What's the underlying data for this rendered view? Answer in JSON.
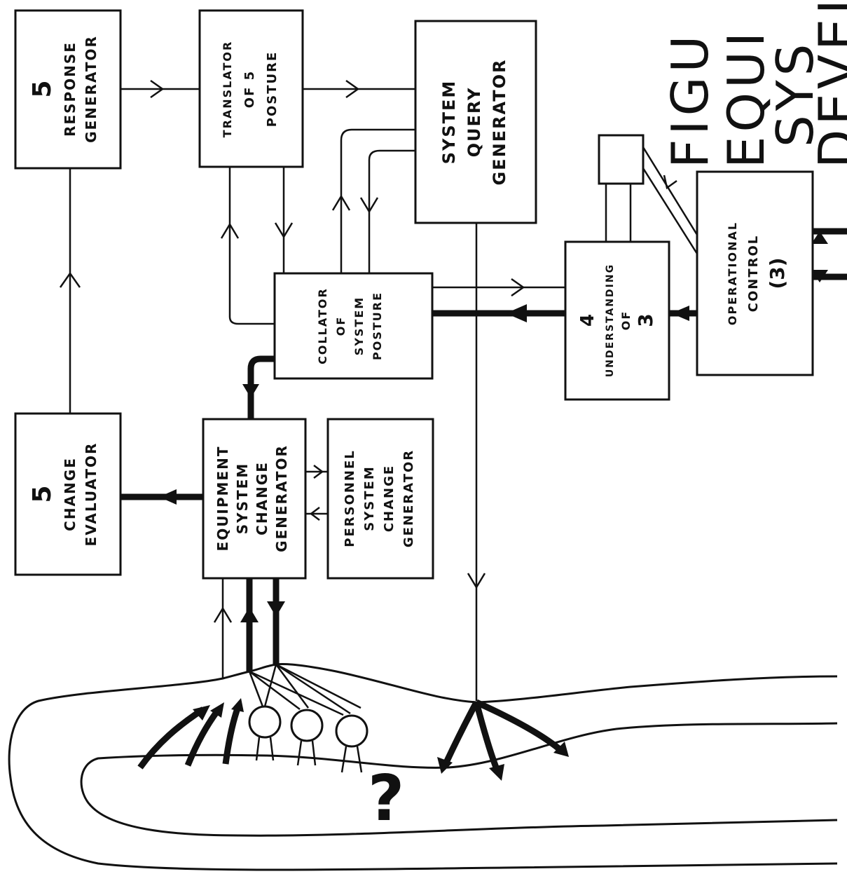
{
  "title_lines": [
    "FIGU",
    "EQUI",
    "SYS",
    "DEVEL"
  ],
  "blocks": {
    "response_generator": {
      "num": "5",
      "l1": "RESPONSE",
      "l2": "GENERATOR"
    },
    "translator": {
      "l1": "TRANSLATOR",
      "l2": "OF 5",
      "l3": "POSTURE"
    },
    "query_generator": {
      "l1": "SYSTEM",
      "l2": "QUERY",
      "l3": "GENERATOR"
    },
    "collator": {
      "l1": "COLLATOR",
      "l2": "OF",
      "l3": "SYSTEM",
      "l4": "POSTURE"
    },
    "understanding": {
      "num": "4",
      "l1": "UNDERSTANDING",
      "l2": "OF",
      "l3": "3"
    },
    "operational_control": {
      "l1": "OPERATIONAL",
      "l2": "CONTROL",
      "l3": "(3)"
    },
    "change_evaluator": {
      "num": "5",
      "l1": "CHANGE",
      "l2": "EVALUATOR"
    },
    "equipment_change_generator": {
      "l1": "EQUIPMENT",
      "l2": "SYSTEM",
      "l3": "CHANGE",
      "l4": "GENERATOR"
    },
    "personnel_change_generator": {
      "l1": "PERSONNEL",
      "l2": "SYSTEM",
      "l3": "CHANGE",
      "l4": "GENERATOR"
    }
  },
  "environment_symbol": "?"
}
